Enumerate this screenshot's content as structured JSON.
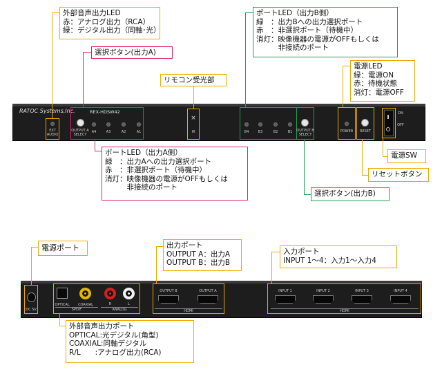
{
  "front": {
    "brand": "RATOC Systems,Inc.",
    "model": "REX-HDSW42",
    "ext_audio": "EXT\nAUDIO",
    "output_a_select": "OUTPUT A\nSELECT",
    "port_a_labels": [
      "A4",
      "A3",
      "A2",
      "A1"
    ],
    "ir": "IR",
    "ir_symbol": "×",
    "port_b_labels": [
      "B4",
      "B3",
      "B2",
      "B1"
    ],
    "output_b_select": "OUTPUT B\nSELECT",
    "power": "POWER",
    "reset": "RESET",
    "on": "ON",
    "off": "OFF"
  },
  "rear": {
    "dc": "DC 5V",
    "optical": "OPTICAL",
    "coaxial": "COAXIAL",
    "spdif": "SPDIF",
    "analog": "ANALOG",
    "r": "R",
    "l": "L",
    "output_b": "OUTPUT B",
    "output_a": "OUTPUT A",
    "hdmi": "HDMI",
    "inputs": [
      "INPUT 1",
      "INPUT 2",
      "INPUT 3",
      "INPUT 4"
    ]
  },
  "callouts": {
    "ext_audio_led": "外部音声出力LED\n赤：アナログ出力（RCA）\n緑：デジタル出力（同軸･光）",
    "select_a": "選択ボタン(出力A)",
    "ir_receiver": "リモコン受光部",
    "port_led_b": "ポートLED（出力B側）\n緑　：出力Bへの出力選択ポート\n赤　：非選択ポート（待機中）\n消灯：映像機器の電源がOFFもしくは\n　　　非接続のポート",
    "power_led": "電源LED\n緑：電源ON\n赤：待機状態\n消灯：電源OFF",
    "port_led_a": "ポートLED（出力A側）\n緑　：出力Aへの出力選択ポート\n赤　：非選択ポート（待機中）\n消灯：映像機器の電源がOFFもしくは\n　　　非接続のポート",
    "power_sw": "電源SW",
    "reset_button": "リセットボタン",
    "select_b": "選択ボタン(出力B)",
    "power_port": "電源ポート",
    "output_port": "出力ポート\nOUTPUT A：出力A\nOUTPUT B：出力B",
    "input_port": "入力ポート\nINPUT 1～4：入力1～入力4",
    "ext_audio_port": "外部音声出力ポート\nOPTICAL:光デジタル(角型)\nCOAXIAL:同軸デジタル\nR/L　　:アナログ出力(RCA)"
  }
}
